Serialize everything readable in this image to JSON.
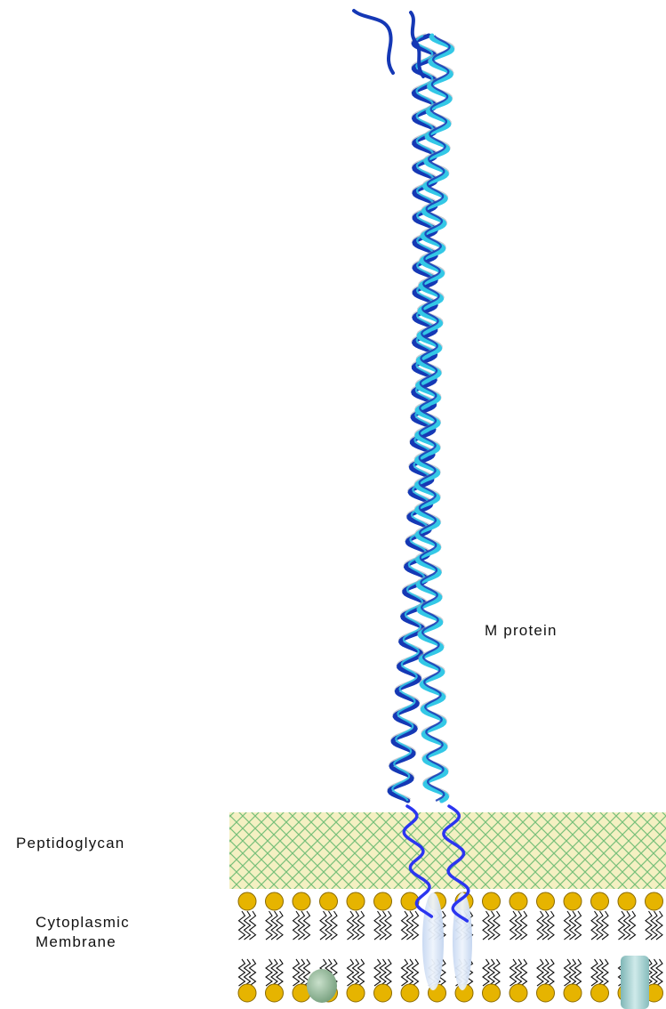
{
  "labels": {
    "m_protein": "M protein",
    "peptidoglycan": "Peptidoglycan",
    "membrane_line1": "Cytoplasmic",
    "membrane_line2": "Membrane"
  },
  "colors": {
    "helix_dark": "#1538b5",
    "helix_light": "#33c8e6",
    "helix_shadow": "#9aa4b4",
    "anchor": "#2b35f0",
    "peptidoglycan_fill": "#f4f0c2",
    "peptidoglycan_mesh": "#78c07a",
    "lipid_head": "#e6b400",
    "lipid_head_stroke": "#8a6a00",
    "transmembrane": "#d4e2f6",
    "protein_green": "#8fb596",
    "protein_teal": "#a9d3d2"
  }
}
